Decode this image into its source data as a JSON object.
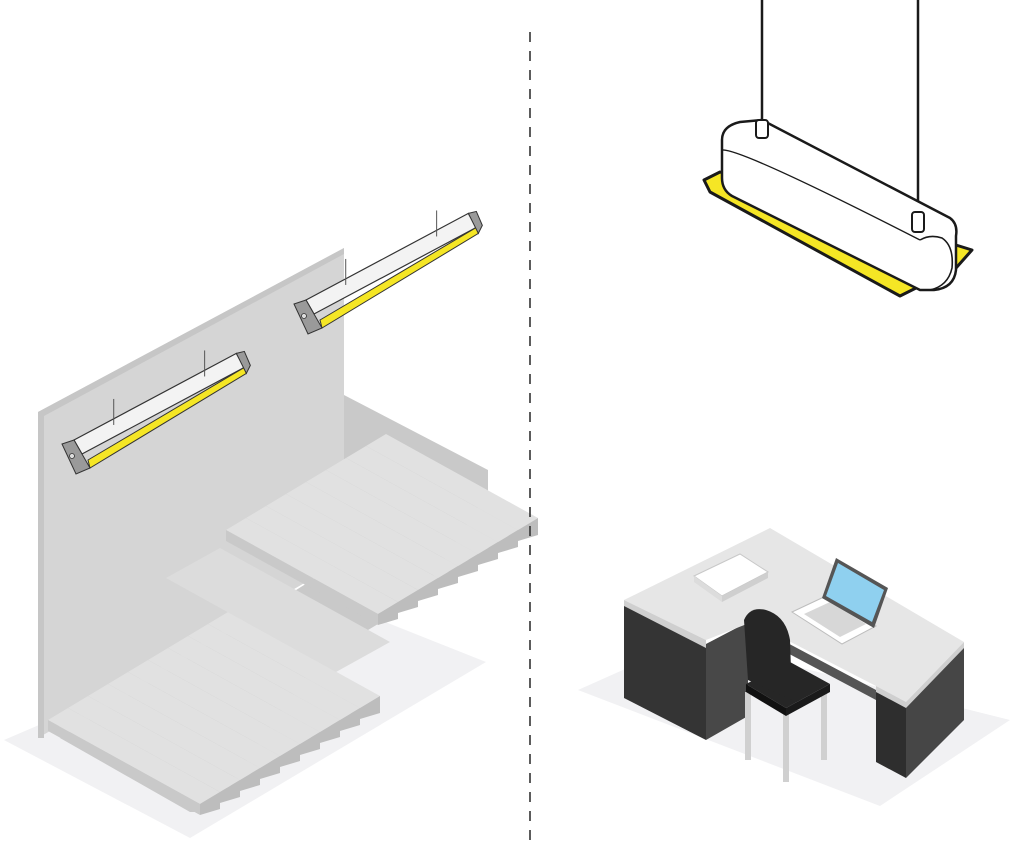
{
  "panels": [
    {
      "id": "stairwell",
      "subject": "stair-wall-with-wall-mounted-lights",
      "light_count": 2
    },
    {
      "id": "office",
      "subject": "suspended-linear-light-over-desk-with-laptop-and-chair",
      "light_count": 1
    }
  ],
  "colors": {
    "accent_light": "#f5e625",
    "outline": "#1a1a1a",
    "wall": "#d5d5d5",
    "wall_side": "#c4c4c4",
    "step_top": "#e1e1e1",
    "step_front": "#c9c9c9",
    "shadow": "#f1f1f3",
    "desk_top": "#e6e6e6",
    "desk_side": "#3a3a3a",
    "chair": "#262626",
    "screen": "#8fd0ef",
    "fixture_body": "#ffffff"
  }
}
